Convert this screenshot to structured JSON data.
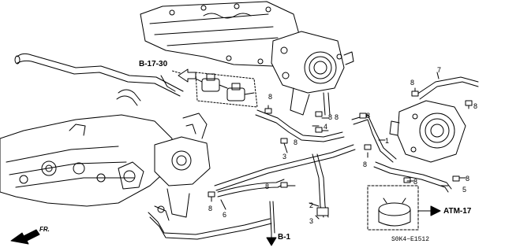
{
  "diagram": {
    "part_numbers": [
      "1",
      "2",
      "3",
      "3",
      "4",
      "5",
      "6",
      "7",
      "8",
      "8",
      "8",
      "8",
      "8",
      "8",
      "8",
      "8",
      "8",
      "8",
      "8",
      "8"
    ],
    "references": {
      "b17_30": "B-17-30",
      "b1": "B-1",
      "atm17": "ATM-17",
      "front": "FR."
    },
    "code": "S0K4−E1512"
  }
}
